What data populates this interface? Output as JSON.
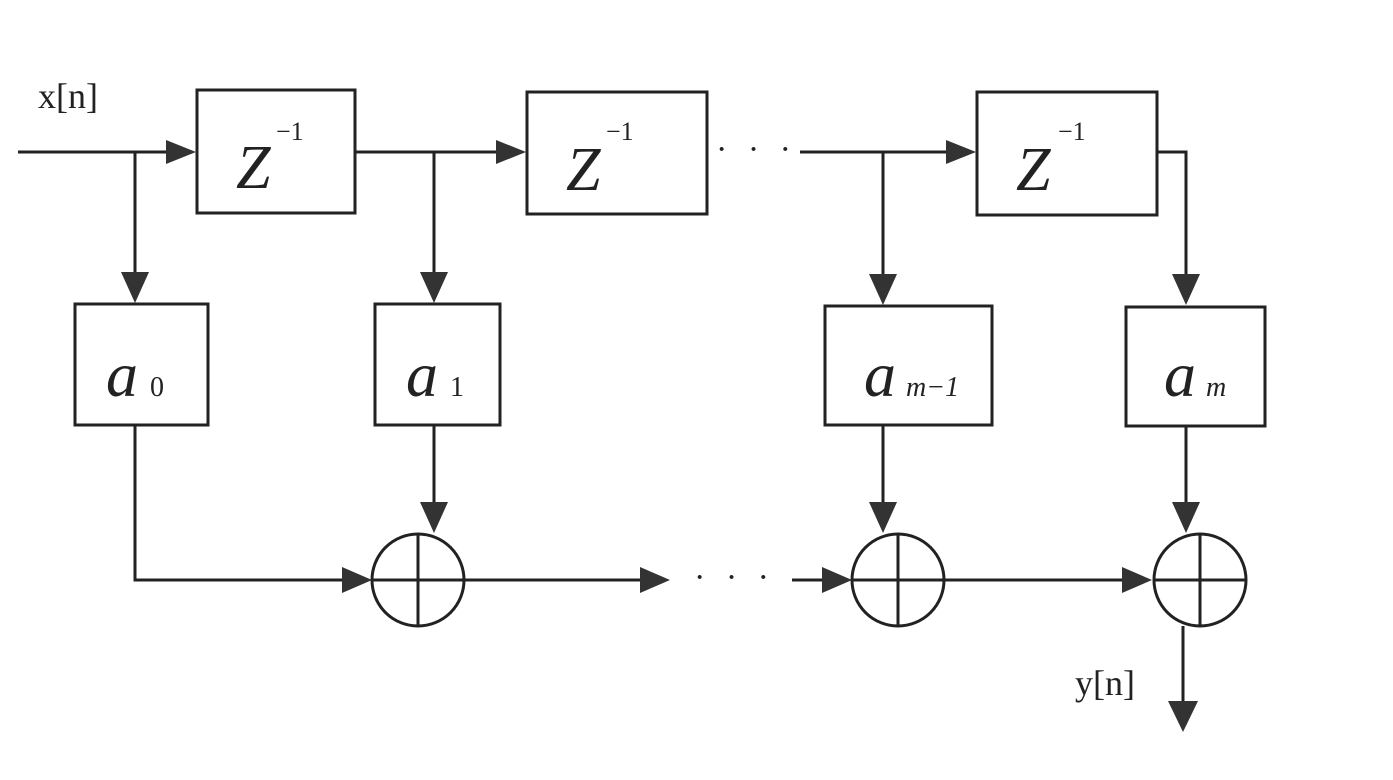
{
  "diagram": {
    "type": "FIR filter (direct form / transversal) block diagram",
    "input_label": "x[n]",
    "output_label": "y[n]",
    "delays": [
      {
        "symbol": "Z",
        "exponent": "−1"
      },
      {
        "symbol": "Z",
        "exponent": "−1"
      },
      {
        "symbol": "Z",
        "exponent": "−1"
      }
    ],
    "coefficients": [
      {
        "symbol": "a",
        "subscript": "0"
      },
      {
        "symbol": "a",
        "subscript": "1"
      },
      {
        "symbol": "a",
        "subscript": "m−1"
      },
      {
        "symbol": "a",
        "subscript": "m"
      }
    ],
    "adders": 3,
    "ellipsis": "· · ·"
  }
}
